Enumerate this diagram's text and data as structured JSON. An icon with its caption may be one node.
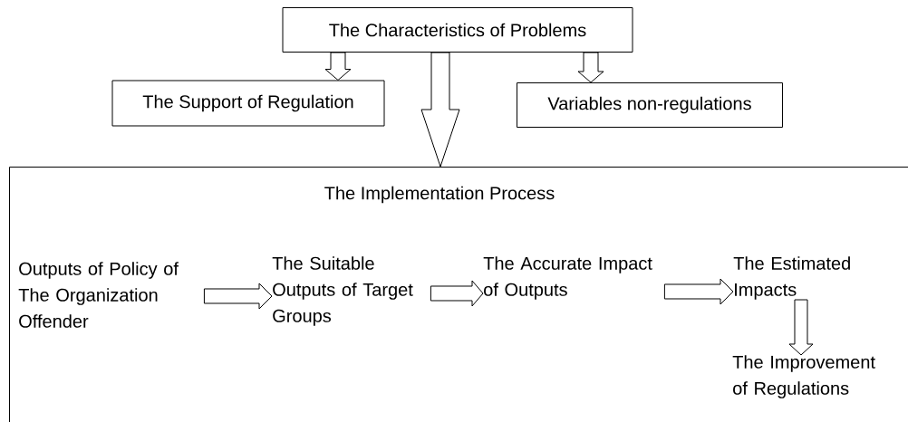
{
  "diagram": {
    "nodes": [
      {
        "text": [
          "The Characteristics of Problems"
        ]
      },
      {
        "text": [
          "The Support of Regulation"
        ]
      },
      {
        "text": [
          "Variables non-regulations"
        ]
      },
      {
        "text": [
          "The Implementation Process"
        ]
      },
      {
        "text": [
          "Outputs of Policy of The Organization Offender"
        ],
        "in": 3
      },
      {
        "text": [
          "The Suitable Outputs of Target Groups"
        ],
        "in": 3
      },
      {
        "text": [
          "The Accurate Impact of Outputs"
        ],
        "in": 3
      },
      {
        "text": [
          "The Estimated Impacts"
        ],
        "in": 3
      },
      {
        "text": [
          "The Improvement of Regulations"
        ],
        "in": 3
      }
    ],
    "edges": [
      {
        "from": 0,
        "to": 1,
        "arrow": "to"
      },
      {
        "from": 0,
        "to": 2,
        "arrow": "to"
      },
      {
        "from": 0,
        "to": 3,
        "arrow": "to"
      },
      {
        "from": 4,
        "to": 5,
        "arrow": "to"
      },
      {
        "from": 5,
        "to": 6,
        "arrow": "to"
      },
      {
        "from": 6,
        "to": 7,
        "arrow": "to"
      },
      {
        "from": 7,
        "to": 8,
        "arrow": "to"
      }
    ]
  }
}
